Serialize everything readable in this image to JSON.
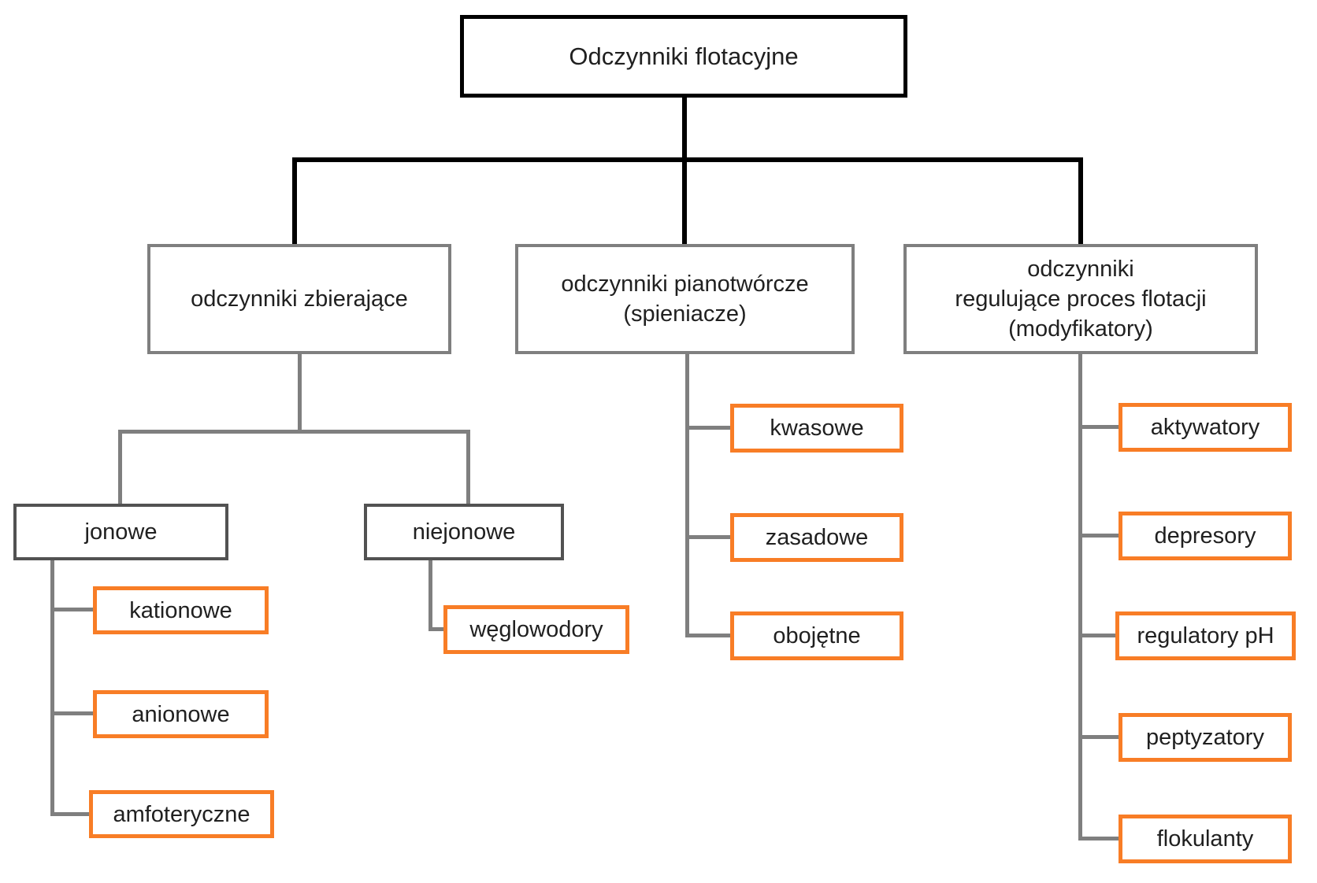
{
  "diagram_title": "Odczynniki flotacyjne",
  "colors": {
    "root_border": "#000000",
    "category_border": "#7f7f7f",
    "subcategory_border": "#525252",
    "leaf_border": "#f87d26",
    "connector_black": "#000000",
    "connector_gray": "#7f7f7f",
    "text": "#202020"
  },
  "tree": {
    "root": {
      "label": "Odczynniki flotacyjne",
      "children": [
        {
          "label": "odczynniki zbierające",
          "children": [
            {
              "label": "jonowe",
              "children": [
                {
                  "label": "kationowe"
                },
                {
                  "label": "anionowe"
                },
                {
                  "label": "amfoteryczne"
                }
              ]
            },
            {
              "label": "niejonowe",
              "children": [
                {
                  "label": "węglowodory"
                }
              ]
            }
          ]
        },
        {
          "label": "odczynniki pianotwórcze\n(spieniacze)",
          "children": [
            {
              "label": "kwasowe"
            },
            {
              "label": "zasadowe"
            },
            {
              "label": "obojętne"
            }
          ]
        },
        {
          "label": "odczynniki\nregulujące proces flotacji\n(modyfikatory)",
          "children": [
            {
              "label": "aktywatory"
            },
            {
              "label": "depresory"
            },
            {
              "label": "regulatory pH"
            },
            {
              "label": "peptyzatory"
            },
            {
              "label": "flokulanty"
            }
          ]
        }
      ]
    }
  }
}
